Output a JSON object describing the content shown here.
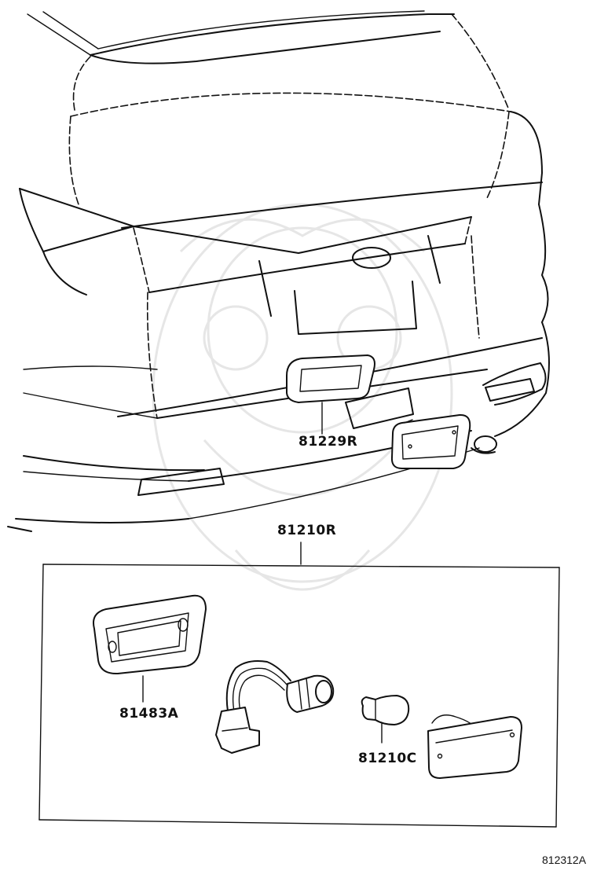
{
  "callouts": {
    "license_lamp_assy": "81229R",
    "rear_side_marker_assy": "81210R",
    "lamp_gasket": "81483A",
    "bulb": "81210C"
  },
  "reference_code": "812312A"
}
